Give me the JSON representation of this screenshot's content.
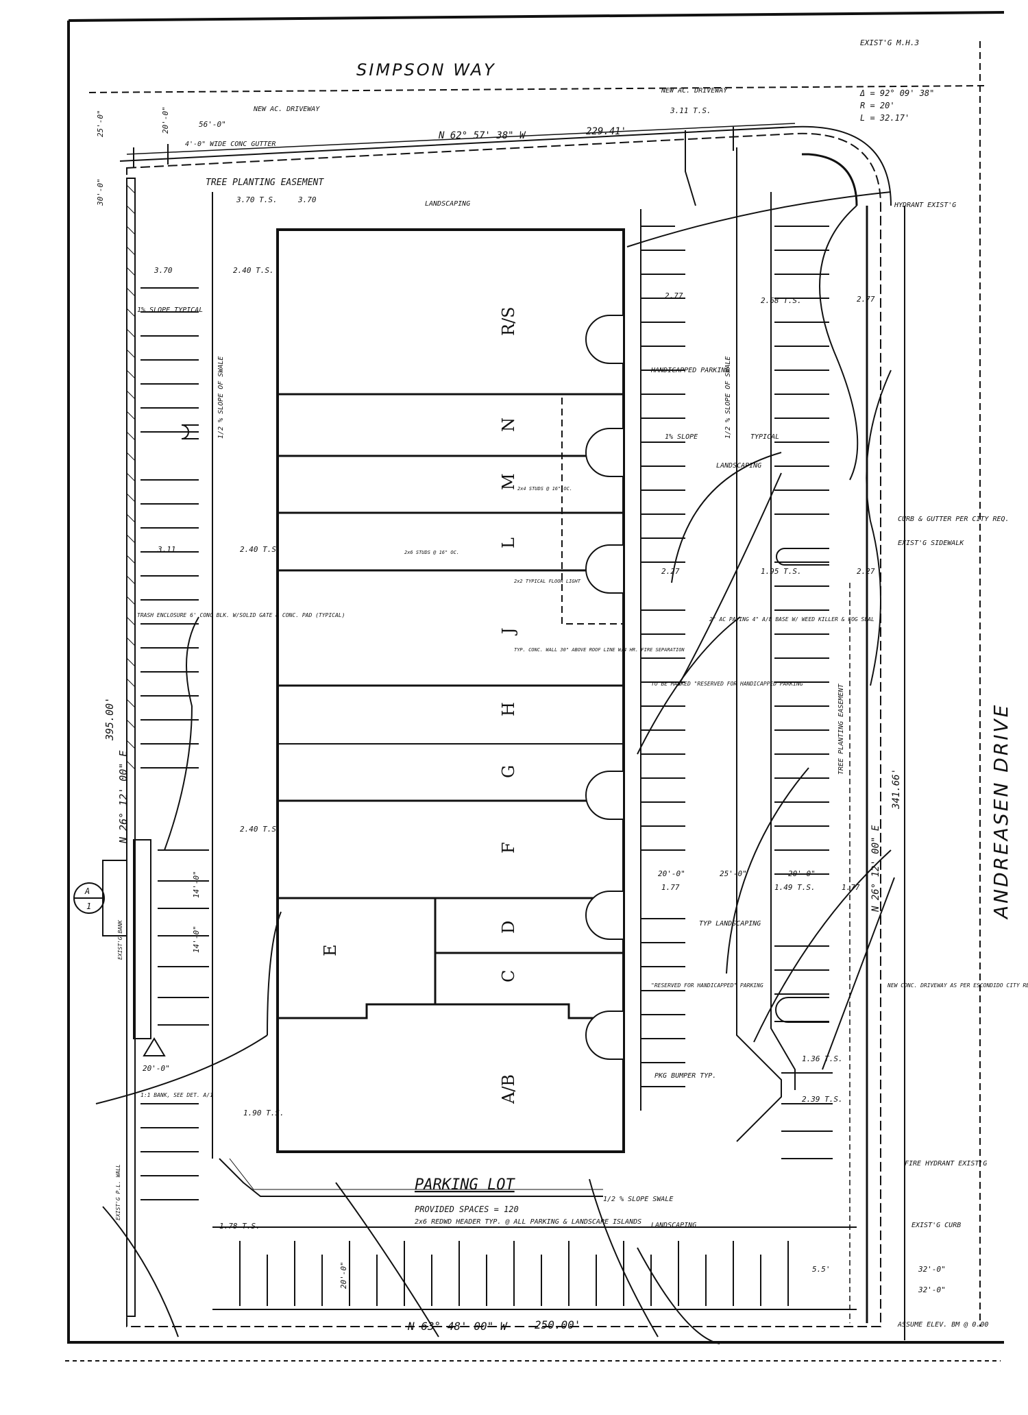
{
  "streets": {
    "north": "SIMPSON WAY",
    "east": "ANDREASEN DRIVE"
  },
  "curve_data": {
    "delta": "Δ = 92° 09' 38\"",
    "radius": "R = 20'",
    "length": "L = 32.17'"
  },
  "boundary": {
    "north_bearing": "N 62° 57' 38\" W",
    "north_length": "229.41'",
    "south_bearing": "N 63° 48' 00\" W",
    "south_length": "250.00'",
    "west_bearing": "N 26° 12' 00\" E",
    "west_length": "395.00'",
    "east_bearing": "N 26° 12' 00\" E",
    "east_length": "341.66'"
  },
  "units": [
    "R/S",
    "N",
    "M",
    "L",
    "J",
    "H",
    "G",
    "F",
    "E",
    "D",
    "C",
    "A/B"
  ],
  "parking": {
    "title": "PARKING LOT",
    "provided": "PROVIDED SPACES = 120",
    "note": "2x6 REDWD HEADER TYP. @ ALL PARKING & LANDSCAPE ISLANDS"
  },
  "labels": {
    "new_driveway_nw": "NEW AC. DRIVEWAY",
    "new_driveway_ne": "NEW AC. DRIVEWAY",
    "gutter": "4'-0\" WIDE CONC GUTTER",
    "tree_easement": "TREE PLANTING EASEMENT",
    "tree_easement_east": "TREE PLANTING EASEMENT",
    "landscaping_top": "LANDSCAPING",
    "hydrant": "HYDRANT EXIST'G",
    "handicapped_parking": "HANDICAPPED PARKING",
    "slope_typical": "1% SLOPE TYPICAL",
    "slope_swale_west": "1/2 % SLOPE OF SWALE",
    "slope_swale_east": "1/2 % SLOPE OF SWALE",
    "slope_east": "1% SLOPE",
    "typical": "TYPICAL",
    "landscaping_mid": "LANDSCAPING",
    "curb_gutter": "CURB & GUTTER PER CITY REQ.",
    "exist_sidewalk": "EXIST'G SIDEWALK",
    "trash": "TRASH ENCLOSURE 6' CONC BLK. W/SOLID GATE & CONC. PAD (TYPICAL)",
    "paving": "2\" AC PAVING 4\" A/B BASE W/ WEED KILLER & FOG SEAL",
    "marked_hc": "TO BE MARKED \"RESERVED FOR HANDICAPPED PARKING\"",
    "fire_wall": "TYP. CONC. WALL 30\" ABOVE ROOF LINE W/4 HR. FIRE SEPARATION",
    "studs_ml": "2x4 STUDS @ 16\" OC.",
    "studs_l": "2x6 STUDS @ 16\" OC.",
    "floor_light": "2x2 TYPICAL FLOOR LIGHT",
    "typ_landscaping": "TYP LANDSCAPING",
    "reserved_hc": "\"RESERVED FOR HANDICAPPED\" PARKING",
    "new_conc_driveway": "NEW CONC. DRIVEWAY AS PER ESCONDIDO CITY REQ TYP.",
    "bumper": "PKG BUMPER TYP.",
    "slope_swale_south": "1/2 % SLOPE SWALE",
    "landscaping_bottom": "LANDSCAPING",
    "fire_hydrant": "FIRE HYDRANT EXIST'G",
    "exist_curb": "EXIST'G CURB",
    "assumed_elev": "ASSUME ELEV. BM @ 0.00",
    "bank_site": "1:1 BANK, SEE DET. A/1",
    "existing_pl_wall": "EXIST'G P.L. WALL",
    "existing_bank": "EXIST'G BANK",
    "section_mark_top": "A",
    "section_mark_bottom": "1"
  },
  "elevations": [
    "3.70 T.S.",
    "3.70",
    "3.70",
    "2.40 T.S.",
    "2.77",
    "2.68 T.S.",
    "2.77",
    "3.11",
    "2.40 T.S.",
    "2.27",
    "1.95 T.S.",
    "2.27",
    "2.40 T.S.",
    "1.77",
    "1.49 T.S.",
    "1.77",
    "1.90 T.S.",
    "1.78 T.S.",
    "1.36 T.S.",
    "2.39 T.S.",
    "3.11 T.S."
  ],
  "dimensions": {
    "d1": "56'-0\"",
    "d2": "20'-0\"",
    "d3": "25'-0\"",
    "d4": "30'-0\"",
    "d5": "20'-0\"",
    "d6": "14'-0\"",
    "d7": "14'-0\"",
    "d8": "20'-0\"",
    "d9": "25'-0\"",
    "d10": "20'-0\"",
    "d11": "32'-0\"",
    "d12": "32'-0\"",
    "d13": "5.5'",
    "d14": "20'-0\""
  },
  "corner_mark": "EXIST'G M.H.3"
}
